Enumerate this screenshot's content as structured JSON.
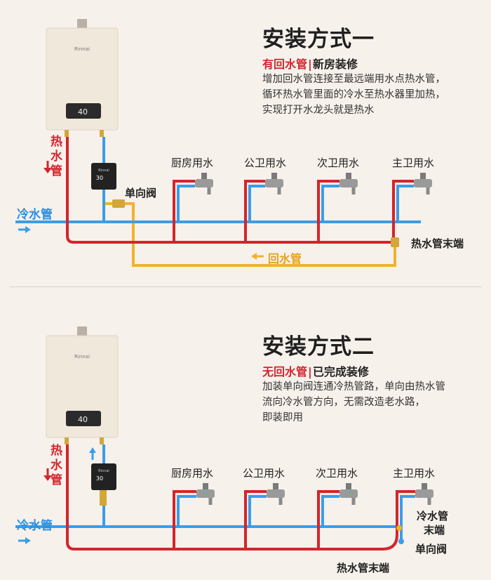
{
  "colors": {
    "hot_pipe": "#d3252d",
    "cold_pipe": "#3a9ee8",
    "return_pipe": "#f2b22c",
    "background": "#f7f1ec"
  },
  "heater": {
    "brand": "Rinnai",
    "display_value": "40"
  },
  "pump": {
    "brand": "Rinnai",
    "display_value": "30"
  },
  "method1": {
    "title": "安装方式一",
    "subtitle_red": "有回水管",
    "subtitle_sep": "|",
    "subtitle_black": "新房装修",
    "desc_lines": [
      "增加回水管连接至最远端用水点热水管，",
      "循环热水管里面的冷水至热水器里加热，",
      "实现打开水龙头就是热水"
    ],
    "hot_pipe_label": "热水管",
    "cold_pipe_label": "冷水管",
    "check_valve_label": "单向阀",
    "hot_pipe_end_label": "热水管末端",
    "return_pipe_label": "回水管",
    "taps": [
      "厨房用水",
      "公卫用水",
      "次卫用水",
      "主卫用水"
    ]
  },
  "method2": {
    "title": "安装方式二",
    "subtitle_red": "无回水管",
    "subtitle_sep": "|",
    "subtitle_black": "已完成装修",
    "desc_lines": [
      "加装单向阀连通冷热管路，单向由热水管",
      "流向冷水管方向，无需改造老水路，",
      "即装即用"
    ],
    "hot_pipe_label": "热水管",
    "cold_pipe_label": "冷水管",
    "cold_pipe_end_label_1": "冷水管",
    "cold_pipe_end_label_2": "末端",
    "check_valve_label": "单向阀",
    "hot_pipe_end_label": "热水管末端",
    "taps": [
      "厨房用水",
      "公卫用水",
      "次卫用水",
      "主卫用水"
    ]
  }
}
